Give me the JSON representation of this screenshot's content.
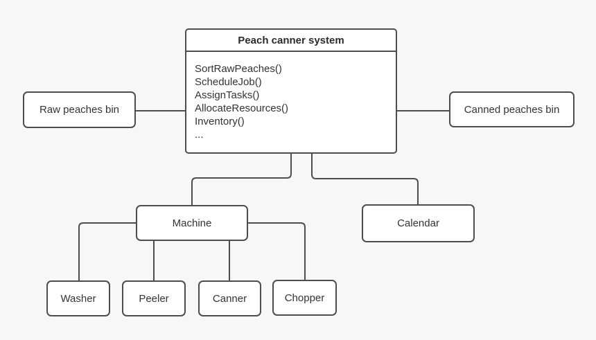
{
  "diagram": {
    "system_box": {
      "title": "Peach canner system",
      "methods": [
        "SortRawPeaches()",
        "ScheduleJob()",
        "AssignTasks()",
        "AllocateResources()",
        "Inventory()",
        "..."
      ]
    },
    "nodes": {
      "raw_peaches_bin": "Raw peaches bin",
      "canned_peaches_bin": "Canned peaches bin",
      "machine": "Machine",
      "calendar": "Calendar",
      "washer": "Washer",
      "peeler": "Peeler",
      "canner": "Canner",
      "chopper": "Chopper"
    },
    "colors": {
      "background": "#f7f7f7",
      "node_fill": "#ffffff",
      "stroke": "#4d4d4d",
      "text": "#333333"
    }
  }
}
